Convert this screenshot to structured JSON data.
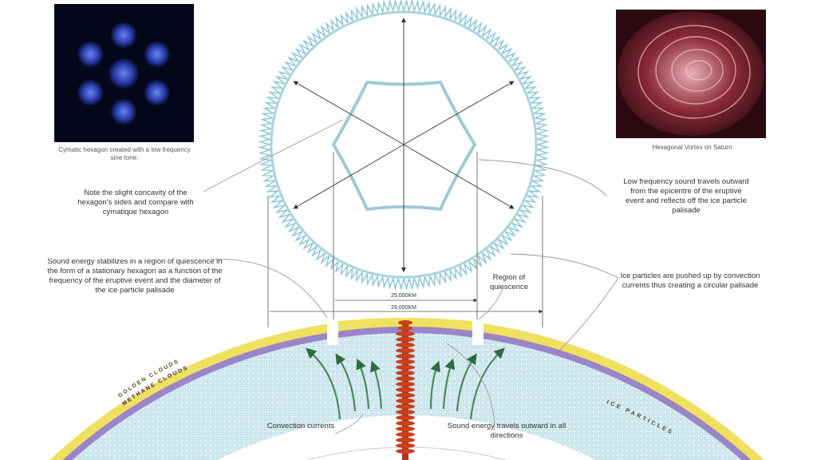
{
  "images": {
    "left_caption": "Cymatic hexagon created with a low frequency sine tone.",
    "right_caption": "Hexagonal Vortex on Saturn"
  },
  "labels": {
    "concavity": "Note the slight concavity of the hexagon's sides and compare with cymatique hexagon",
    "stabilizes": "Sound energy stabilizes in a region of quiescence in the form of a stationary hexagon as a function of the frequency of the eruptive event and the diameter of the ice particle palisade",
    "low_frequency": "Low frequency sound travels outward from the epicentre of the eruptive event and reflects off the ice particle palisade",
    "ice_pushed": "Ice particles are pushed up by convection currents thus creating a circular palisade",
    "quiescence": "Region of quiescence",
    "convection": "Convection currents",
    "sound_outward": "Sound energy travels outward in all directions"
  },
  "dimensions": {
    "inner": "25,000KM",
    "outer": "29,000KM"
  },
  "layers": {
    "upper": "GOLDEN CLOUDS",
    "lower": "METHANE CLOUDS",
    "ice": "ICE PARTICLES"
  },
  "colors": {
    "ring": "#8fc6d6",
    "clouds_yellow": "#f0e060",
    "clouds_purple": "#9a85c8",
    "ice": "#d4ecf2",
    "eruption": "#c8401e",
    "currents": "#4a8a5a"
  }
}
